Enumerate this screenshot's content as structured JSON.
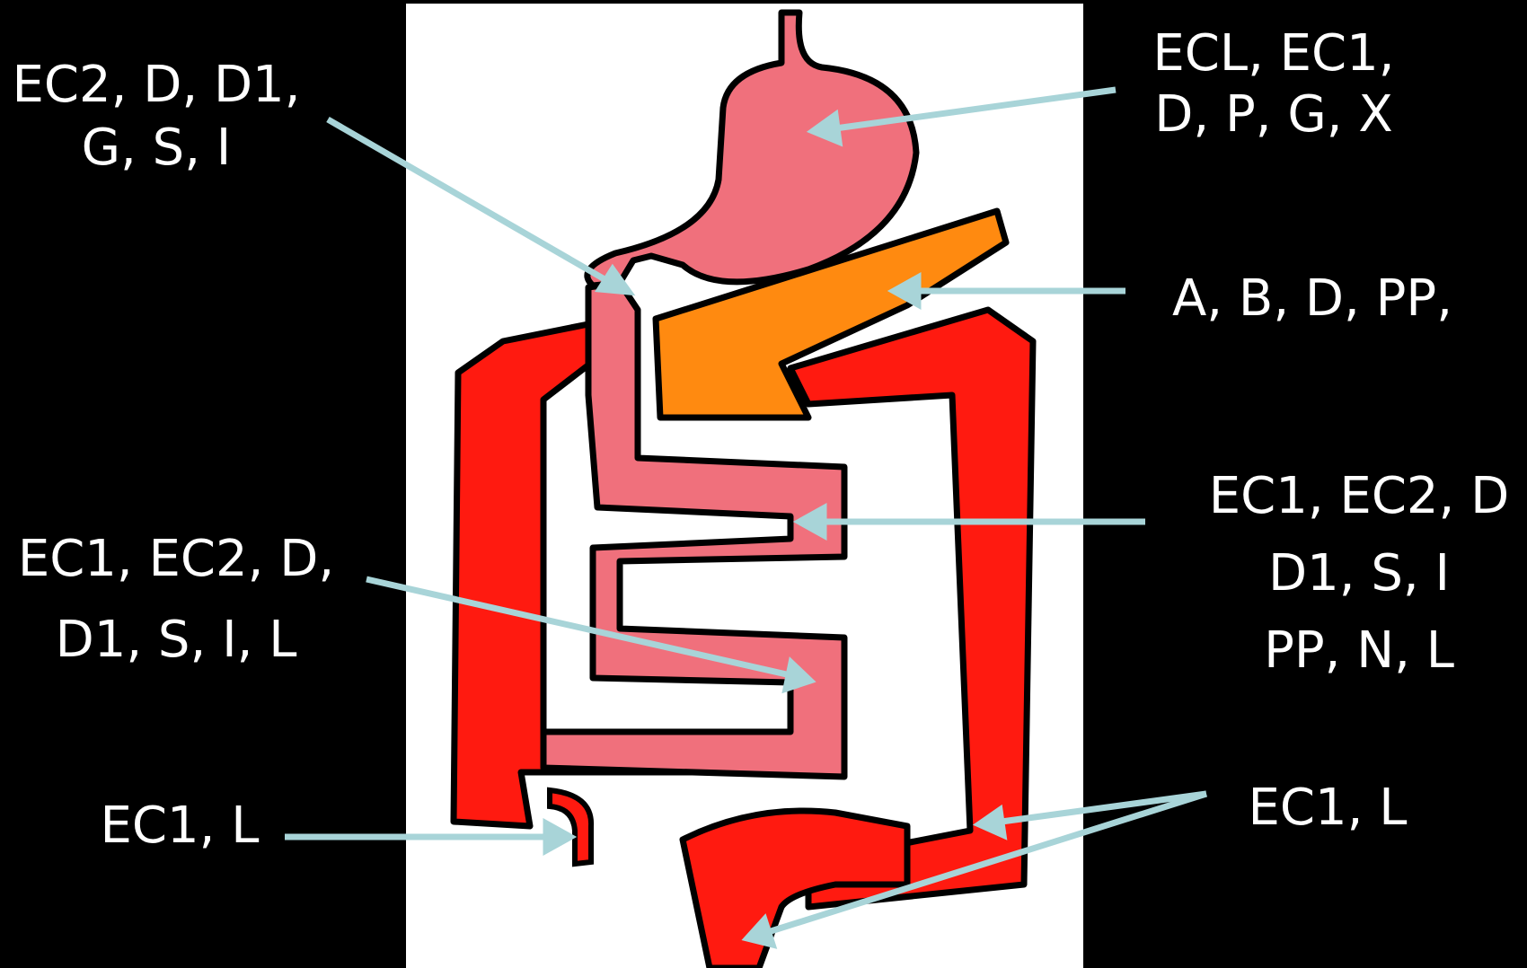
{
  "colors": {
    "background": "#000000",
    "panel": "#ffffff",
    "stomach_and_small_intestine": "#f0707c",
    "large_intestine": "#ff1a10",
    "pancreas": "#ff8a10",
    "outline": "#000000",
    "arrow": "#a8d4d8",
    "label_text": "#ffffff"
  },
  "labels": {
    "small_intestine_upper": {
      "lines": [
        "EC2, D, D1,",
        "G, S, I"
      ]
    },
    "stomach": {
      "lines": [
        "ECL, EC1,",
        "D, P, G, X"
      ]
    },
    "pancreas": {
      "lines": [
        "A, B, D, PP,"
      ]
    },
    "jejunum": {
      "lines": [
        "EC1, EC2, D",
        "D1, S, I",
        "PP, N, L"
      ]
    },
    "ileum": {
      "lines": [
        "EC1, EC2, D,",
        "D1, S, I, L"
      ]
    },
    "appendix": {
      "lines": [
        "EC1, L"
      ]
    },
    "colon": {
      "lines": [
        "EC1, L"
      ]
    }
  }
}
